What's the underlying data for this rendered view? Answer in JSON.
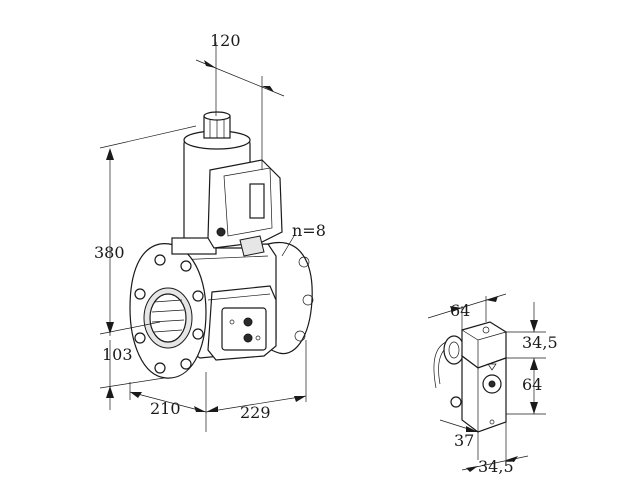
{
  "dimensions": {
    "width_top": "120",
    "height_total": "380",
    "height_axis": "103",
    "depth_left": "210",
    "length_right": "229",
    "bolt_count": "n=8",
    "detail_width": "64",
    "detail_top": "34,5",
    "detail_height": "64",
    "detail_depth": "37",
    "detail_bottom": "34,5"
  },
  "colors": {
    "line": "#1a1a1a",
    "background": "#ffffff",
    "shade": "#e6e6e6"
  }
}
